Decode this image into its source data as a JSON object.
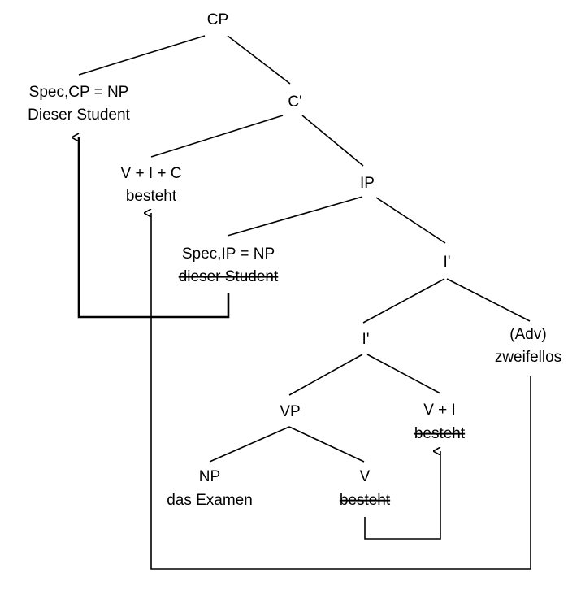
{
  "nodes": {
    "cp": "CP",
    "spec_cp_label": "Spec,CP = NP",
    "spec_cp_word": "Dieser Student",
    "c_bar": "C'",
    "vic_label": "V + I + C",
    "vic_word": "besteht",
    "ip": "IP",
    "spec_ip_label": "Spec,IP = NP",
    "spec_ip_word": "dieser Student",
    "i_bar_upper": "I'",
    "i_bar_lower": "I'",
    "adv_label": "(Adv)",
    "adv_word": "zweifellos",
    "vp": "VP",
    "vi_label": "V + I",
    "vi_word": "besteht",
    "np_label": "NP",
    "np_word": "das Examen",
    "v_label": "V",
    "v_word": "besteht"
  }
}
